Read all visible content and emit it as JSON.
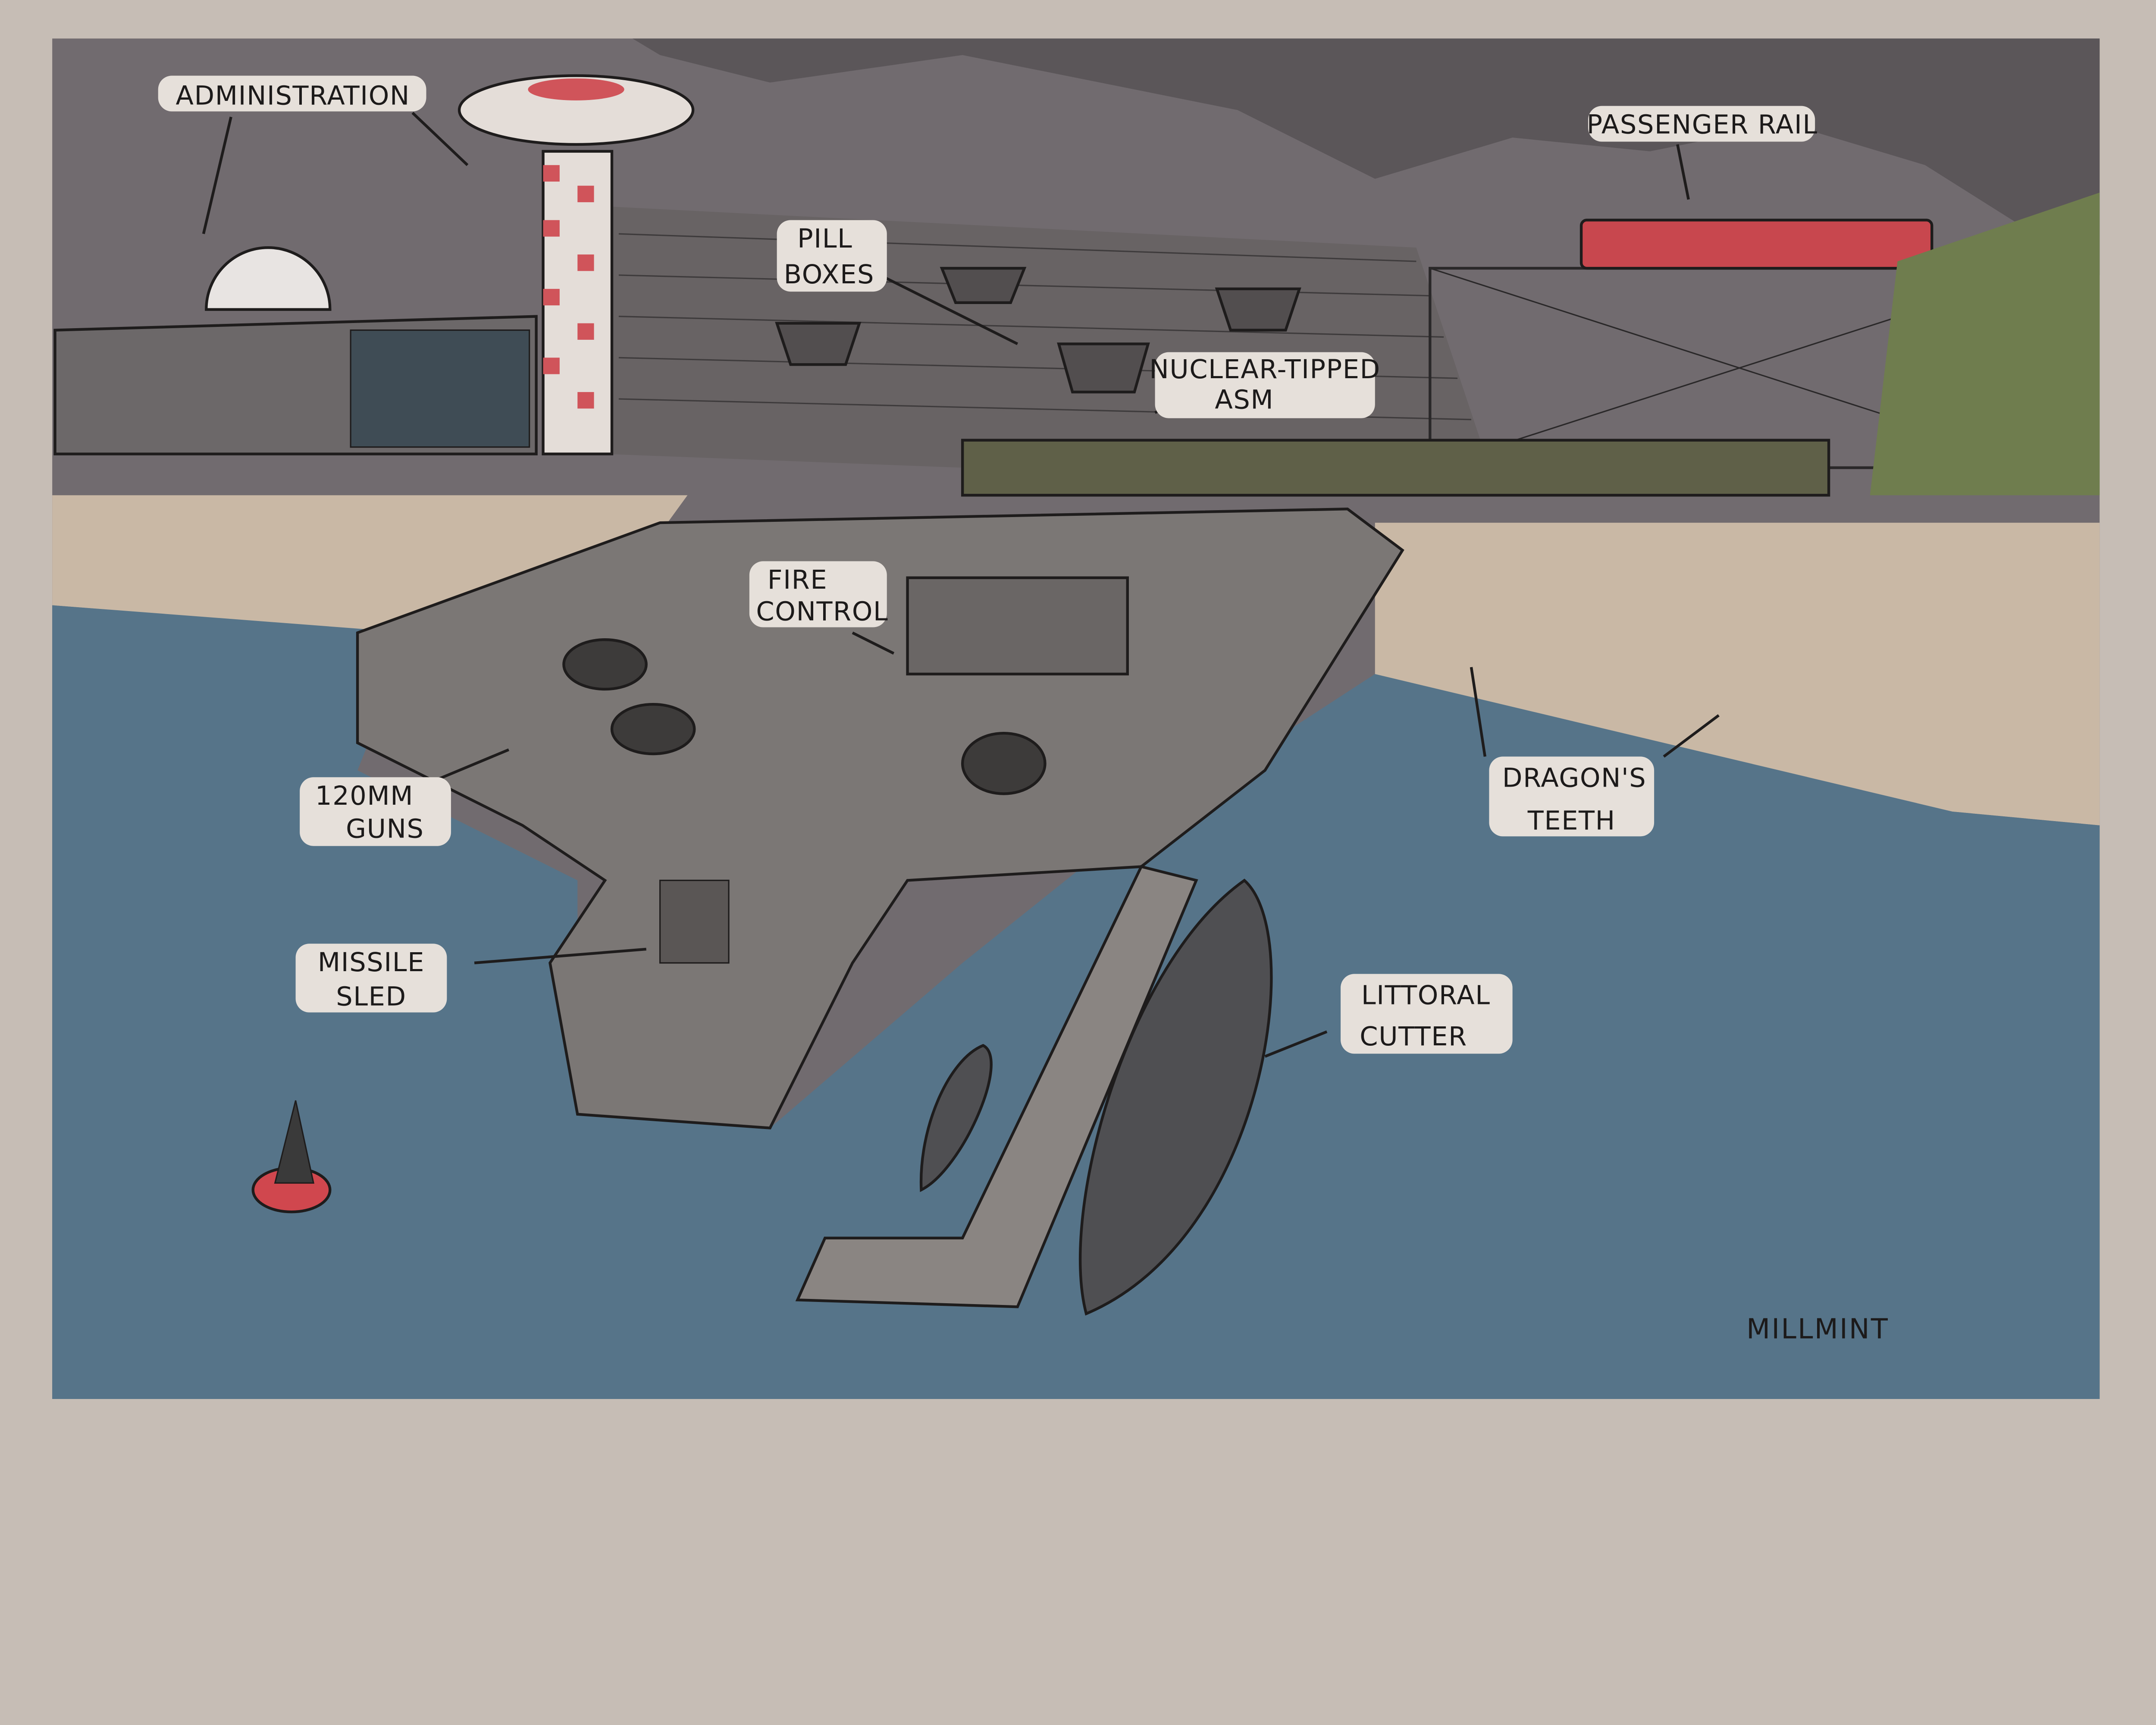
{
  "labels": {
    "administration": "ADMINISTRATION",
    "passenger_rail": "PASSENGER RAIL",
    "pill_boxes": [
      "PILL",
      "BOXES"
    ],
    "nuclear_asm": [
      "NUCLEAR-TIPPED",
      "ASM"
    ],
    "fire_control": [
      "FIRE",
      "CONTROL"
    ],
    "guns": [
      "120MM",
      "GUNS"
    ],
    "missile_sled": [
      "MISSILE",
      "SLED"
    ],
    "dragons_teeth": [
      "DRAGON'S",
      "TEETH"
    ],
    "littoral_cutter": [
      "LITTORAL",
      "CUTTER"
    ]
  },
  "signature": "MILLMINT",
  "colors": {
    "frame": "#c6bdb5",
    "sky": "#716b6f",
    "hills": "#5b5659",
    "water": "#567489",
    "beach": "#c9b8a5",
    "concrete": "#7b7775",
    "tower_red": "#d0545a",
    "train_red": "#c8474e",
    "grass": "#6f7d4e"
  }
}
